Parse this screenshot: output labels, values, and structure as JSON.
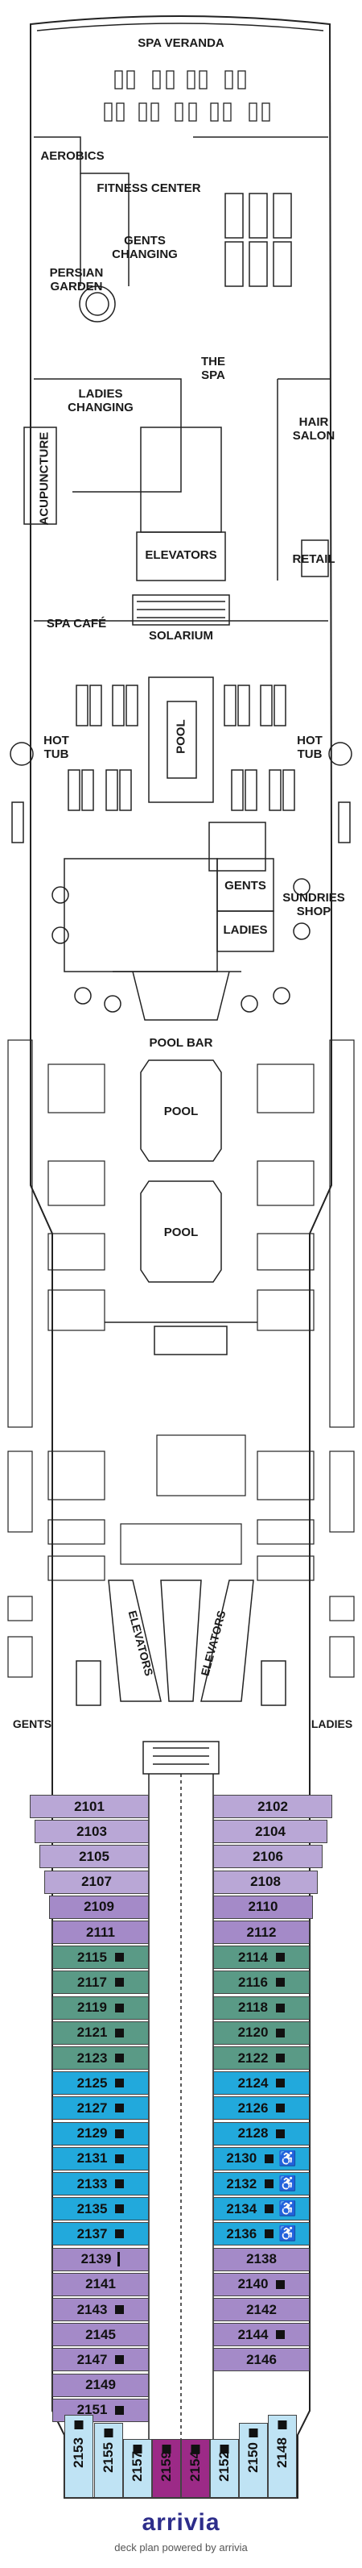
{
  "colors": {
    "suite_purple": "#b9a7d6",
    "inside_purple": "#a48ac8",
    "green": "#5a9a86",
    "blue": "#22a9dc",
    "magenta": "#9c2a87",
    "light_blue": "#bfe3f4",
    "outline": "#222222"
  },
  "labels": {
    "spa_veranda": "SPA VERANDA",
    "aerobics": "AEROBICS",
    "fitness_center": "FITNESS CENTER",
    "gents_changing": "GENTS\nCHANGING",
    "persian_garden": "PERSIAN\nGARDEN",
    "the_spa": "THE\nSPA",
    "ladies_changing": "LADIES\nCHANGING",
    "acupuncture": "ACUPUNCTURE",
    "hair_salon": "HAIR\nSALON",
    "elevators_top": "ELEVATORS",
    "retail": "RETAIL",
    "spa_cafe": "SPA CAFÉ",
    "solarium": "SOLARIUM",
    "pool_1": "POOL",
    "hot_tub_left": "HOT\nTUB",
    "hot_tub_right": "HOT\nTUB",
    "gents_mid": "GENTS",
    "ladies_mid": "LADIES",
    "sundries_shop": "SUNDRIES\nSHOP",
    "pool_bar": "POOL BAR",
    "pool_2": "POOL",
    "pool_3": "POOL",
    "elevators_left": "ELEVATORS",
    "elevators_right": "ELEVATORS",
    "gents_aft": "GENTS",
    "ladies_aft": "LADIES"
  },
  "cabins": {
    "left": [
      {
        "num": "2101",
        "cat": "suite"
      },
      {
        "num": "2103",
        "cat": "suite"
      },
      {
        "num": "2105",
        "cat": "suite"
      },
      {
        "num": "2107",
        "cat": "suite"
      },
      {
        "num": "2109",
        "cat": "inside"
      },
      {
        "num": "2111",
        "cat": "inside"
      },
      {
        "num": "2115",
        "cat": "green",
        "icon": "bed"
      },
      {
        "num": "2117",
        "cat": "green",
        "icon": "bed"
      },
      {
        "num": "2119",
        "cat": "green",
        "icon": "bed"
      },
      {
        "num": "2121",
        "cat": "green",
        "icon": "bed"
      },
      {
        "num": "2123",
        "cat": "green",
        "icon": "bed"
      },
      {
        "num": "2125",
        "cat": "blue",
        "icon": "bed"
      },
      {
        "num": "2127",
        "cat": "blue",
        "icon": "bed"
      },
      {
        "num": "2129",
        "cat": "blue",
        "icon": "bed"
      },
      {
        "num": "2131",
        "cat": "blue",
        "icon": "bed"
      },
      {
        "num": "2133",
        "cat": "blue",
        "icon": "bed"
      },
      {
        "num": "2135",
        "cat": "blue",
        "icon": "bed"
      },
      {
        "num": "2137",
        "cat": "blue",
        "icon": "bed"
      },
      {
        "num": "2139",
        "cat": "inside",
        "icon": "conn"
      },
      {
        "num": "2141",
        "cat": "inside"
      },
      {
        "num": "2143",
        "cat": "inside",
        "icon": "bed"
      },
      {
        "num": "2145",
        "cat": "inside"
      },
      {
        "num": "2147",
        "cat": "inside",
        "icon": "bed"
      },
      {
        "num": "2149",
        "cat": "inside"
      },
      {
        "num": "2151",
        "cat": "inside",
        "icon": "bed"
      }
    ],
    "right": [
      {
        "num": "2102",
        "cat": "suite"
      },
      {
        "num": "2104",
        "cat": "suite"
      },
      {
        "num": "2106",
        "cat": "suite"
      },
      {
        "num": "2108",
        "cat": "suite"
      },
      {
        "num": "2110",
        "cat": "inside"
      },
      {
        "num": "2112",
        "cat": "inside"
      },
      {
        "num": "2114",
        "cat": "green",
        "icon": "bed"
      },
      {
        "num": "2116",
        "cat": "green",
        "icon": "bed"
      },
      {
        "num": "2118",
        "cat": "green",
        "icon": "bed"
      },
      {
        "num": "2120",
        "cat": "green",
        "icon": "bed"
      },
      {
        "num": "2122",
        "cat": "green",
        "icon": "bed"
      },
      {
        "num": "2124",
        "cat": "blue",
        "icon": "bed"
      },
      {
        "num": "2126",
        "cat": "blue",
        "icon": "bed"
      },
      {
        "num": "2128",
        "cat": "blue",
        "icon": "bed"
      },
      {
        "num": "2130",
        "cat": "blue",
        "icon": "bed+wc"
      },
      {
        "num": "2132",
        "cat": "blue",
        "icon": "bed+wc"
      },
      {
        "num": "2134",
        "cat": "blue",
        "icon": "bed+wc"
      },
      {
        "num": "2136",
        "cat": "blue",
        "icon": "bed+wc"
      },
      {
        "num": "2138",
        "cat": "inside"
      },
      {
        "num": "2140",
        "cat": "inside",
        "icon": "bed"
      },
      {
        "num": "2142",
        "cat": "inside"
      },
      {
        "num": "2144",
        "cat": "inside",
        "icon": "bed"
      },
      {
        "num": "2146",
        "cat": "inside"
      }
    ],
    "aft": [
      {
        "num": "2153",
        "cat": "light_blue",
        "icon": "bed"
      },
      {
        "num": "2155",
        "cat": "light_blue",
        "icon": "bed"
      },
      {
        "num": "2157",
        "cat": "light_blue",
        "icon": "bed"
      },
      {
        "num": "2159",
        "cat": "magenta",
        "icon": "bed"
      },
      {
        "num": "2154",
        "cat": "magenta",
        "icon": "bed"
      },
      {
        "num": "2152",
        "cat": "light_blue",
        "icon": "bed"
      },
      {
        "num": "2150",
        "cat": "light_blue",
        "icon": "bed"
      },
      {
        "num": "2148",
        "cat": "light_blue",
        "icon": "bed"
      }
    ]
  },
  "footer": {
    "logo": "arrivia",
    "credit": "deck plan powered by arrivia"
  }
}
